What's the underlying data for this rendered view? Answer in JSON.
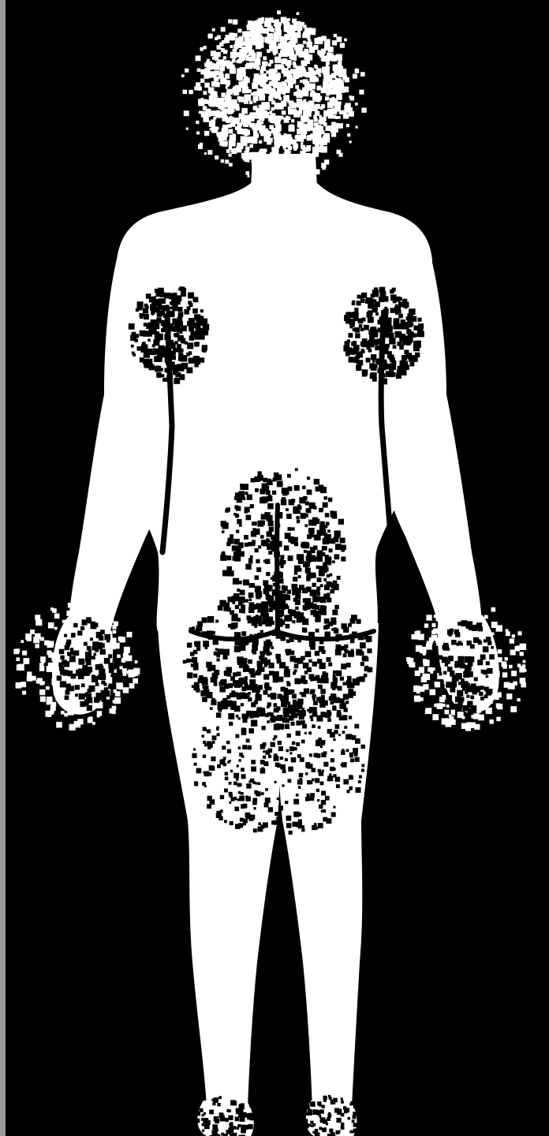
{
  "figure": {
    "view": "posterior",
    "background_color": "#000000",
    "body_color": "#ffffff",
    "speckle_color_on_body": "#000000",
    "speckle_color_outside_body": "#ffffff",
    "frame_edge_color": "#9a9a9a",
    "affected_regions": [
      "scalp",
      "left-upper-arm-back",
      "right-upper-arm-back",
      "lower-back-and-buttocks",
      "back-of-thighs",
      "left-hand",
      "right-hand",
      "left-foot",
      "right-foot"
    ]
  }
}
